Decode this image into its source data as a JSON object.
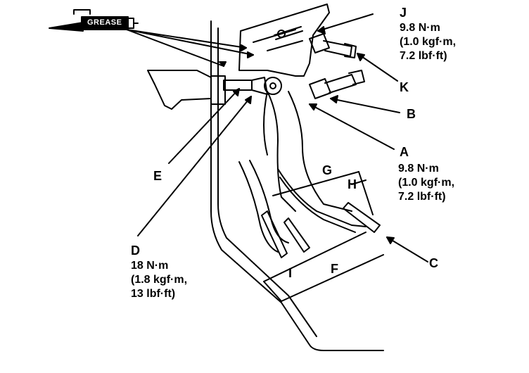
{
  "grease_label": "GREASE",
  "callouts": {
    "J": {
      "letter": "J",
      "line1": "9.8 N·m",
      "line2": "(1.0 kgf·m,",
      "line3": "7.2 lbf·ft)"
    },
    "K": {
      "letter": "K"
    },
    "B": {
      "letter": "B"
    },
    "A": {
      "letter": "A",
      "line1": "9.8 N·m",
      "line2": "(1.0 kgf·m,",
      "line3": "7.2 lbf·ft)"
    },
    "C": {
      "letter": "C"
    },
    "D": {
      "letter": "D",
      "line1": "18 N·m",
      "line2": "(1.8 kgf·m,",
      "line3": "13 lbf·ft)"
    },
    "E": {
      "letter": "E"
    },
    "G": {
      "letter": "G"
    },
    "H": {
      "letter": "H"
    },
    "I": {
      "letter": "I"
    },
    "F": {
      "letter": "F"
    }
  }
}
